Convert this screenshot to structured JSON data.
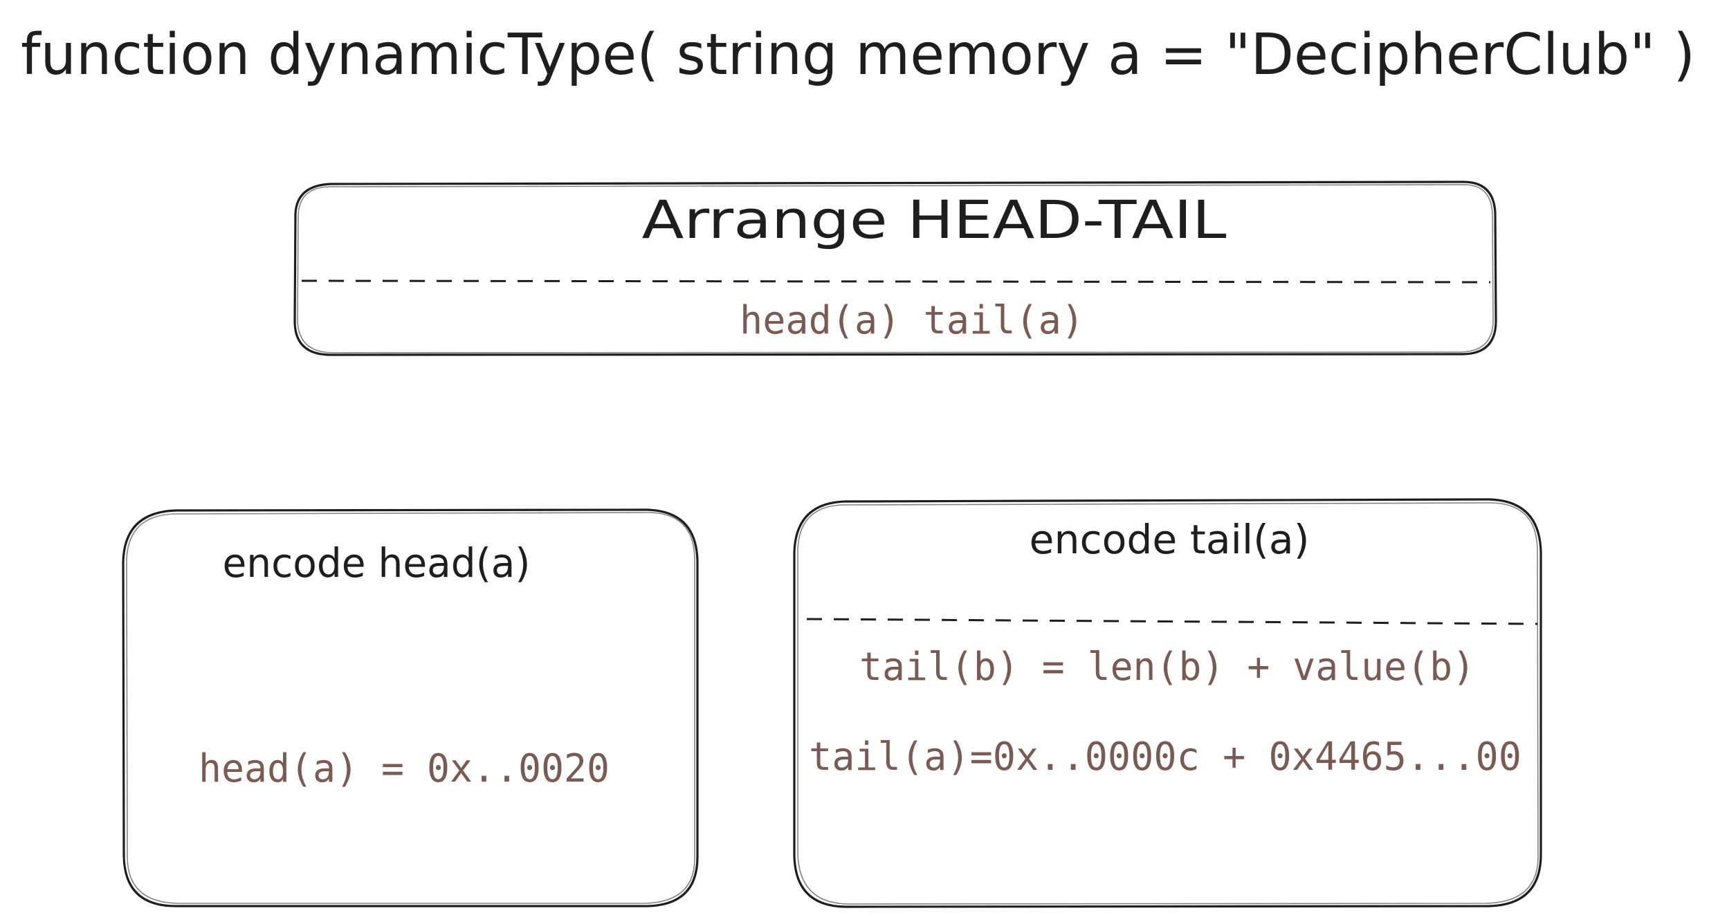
{
  "title": "function dynamicType( string memory a = \"DecipherClub\" )",
  "colors": {
    "ink": "#1e1e1e",
    "code_text": "#7a5a52",
    "background": "#ffffff"
  },
  "arrange_box": {
    "heading": "Arrange HEAD-TAIL",
    "code": "head(a) tail(a)"
  },
  "head_box": {
    "heading": "encode head(a)",
    "code": "head(a) = 0x..0020"
  },
  "tail_box": {
    "heading": "encode tail(a)",
    "formula": "tail(b) = len(b) + value(b)",
    "code": "tail(a)=0x..0000c + 0x4465...00"
  }
}
